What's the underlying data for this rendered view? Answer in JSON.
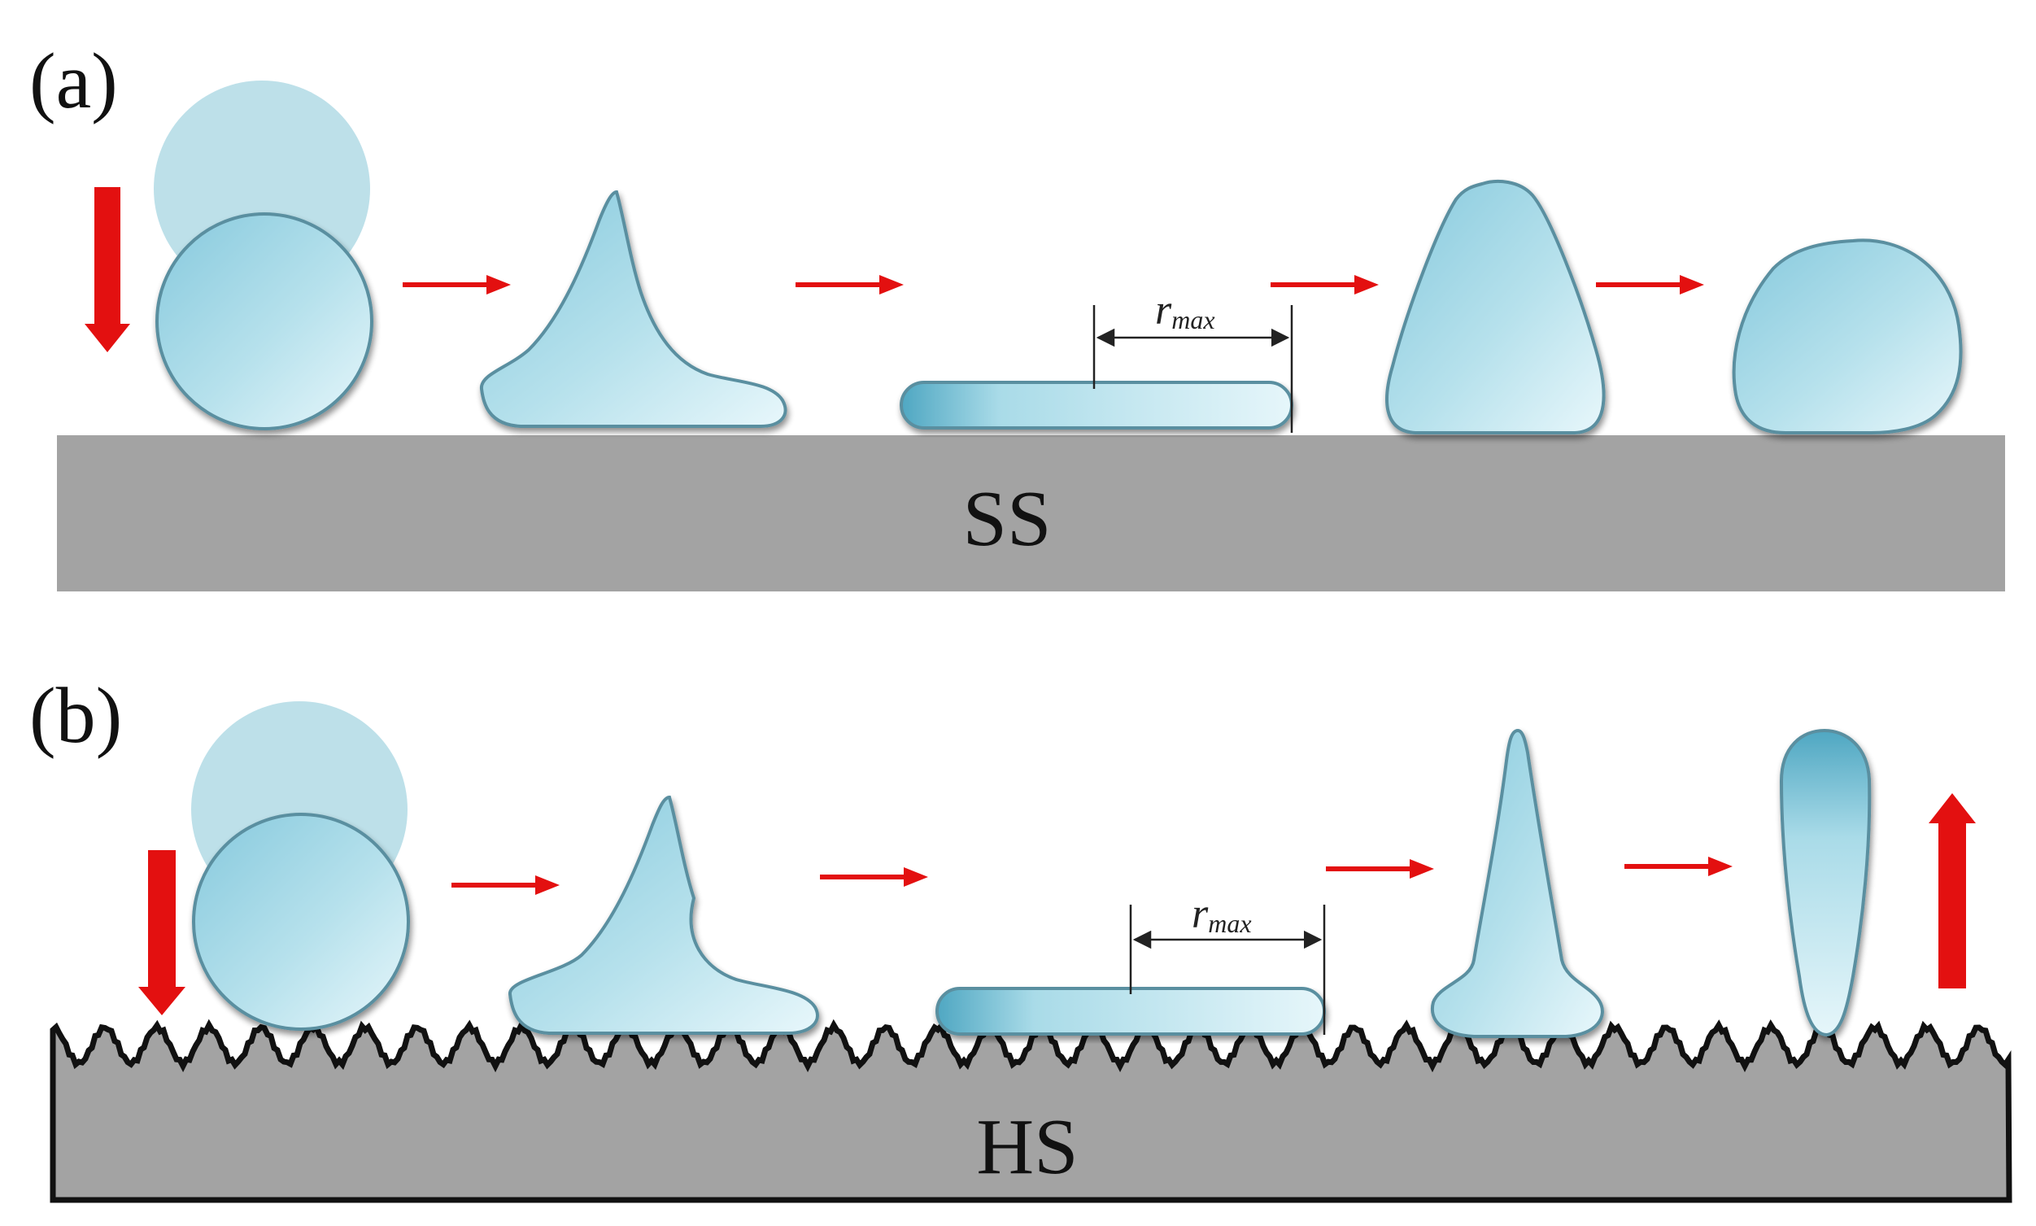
{
  "panels": [
    {
      "id": "a",
      "label": "(a)",
      "substrate": "SS",
      "annotation": {
        "symbol": "r",
        "subscript": "max"
      },
      "stages": [
        "impact",
        "spreading",
        "max-spread",
        "recoil",
        "rest"
      ],
      "arrows": {
        "impact": "down",
        "final": "none"
      }
    },
    {
      "id": "b",
      "label": "(b)",
      "substrate": "HS",
      "annotation": {
        "symbol": "r",
        "subscript": "max"
      },
      "stages": [
        "impact",
        "spreading",
        "max-spread",
        "retraction",
        "rebound"
      ],
      "arrows": {
        "impact": "down",
        "final": "up"
      }
    }
  ],
  "colors": {
    "droplet_light": "#e4f6fb",
    "droplet_dark": "#86c9dd",
    "droplet_edge": "#5a8fa0",
    "ghost": "#bde0e9",
    "substrate": "#a3a3a3",
    "arrow": "#e31010",
    "rough_line": "#111111"
  }
}
